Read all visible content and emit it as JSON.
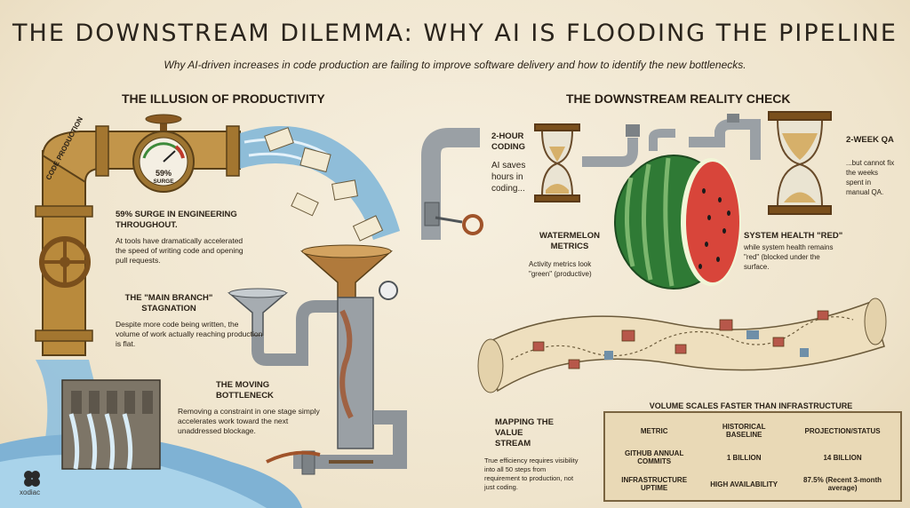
{
  "title": "THE DOWNSTREAM DILEMMA: WHY AI IS FLOODING THE PIPELINE",
  "subtitle": "Why AI-driven increases in code production are failing to improve software delivery and how to identify the new bottlenecks.",
  "left": {
    "heading": "THE ILLUSION OF PRODUCTIVITY",
    "pipe_label": "CODE PRODUCTION",
    "gauge": {
      "value_text": "59%",
      "label": "SURGE",
      "fill_fraction": 0.59
    },
    "blocks": [
      {
        "title": "59% SURGE IN ENGINEERING THROUGHOUT.",
        "body": "At tools have dramatically accelerated the speed of writing code and opening pull requests."
      },
      {
        "title": "THE \"MAIN BRANCH\" STAGNATION",
        "body": "Despite more code being written, the volume of work actually reaching production is flat."
      },
      {
        "title": "THE MOVING BOTTLENECK",
        "body": "Removing a constraint in one stage simply accelerates work toward the next unaddressed blockage."
      }
    ]
  },
  "right": {
    "heading": "THE DOWNSTREAM REALITY CHECK",
    "coding": {
      "title": "2-HOUR CODING",
      "body": "AI saves hours in coding..."
    },
    "qa": {
      "title": "2-WEEK QA",
      "body": "...but cannot fix the weeks spent in manual QA."
    },
    "watermelon": {
      "title": "WATERMELON METRICS",
      "body": "Activity metrics look \"green\" (productive)"
    },
    "health": {
      "title": "SYSTEM HEALTH \"RED\"",
      "body": "while system health remains \"red\" (blocked under the surface."
    },
    "mapping": {
      "title": "MAPPING THE VALUE STREAM",
      "body": "True efficiency requires visibility into all 50 steps from requirement to production, not just coding."
    },
    "table": {
      "title": "VOLUME SCALES FASTER THAN INFRASTRUCTURE",
      "headers": [
        "METRIC",
        "HISTORICAL BASELINE",
        "PROJECTION/STATUS"
      ],
      "rows": [
        [
          "GITHUB ANNUAL COMMITS",
          "1 BILLION",
          "14 BILLION"
        ],
        [
          "INFRASTRUCTURE UPTIME",
          "HIGH AVAILABILITY",
          "87.5% (Recent 3-month average)"
        ]
      ]
    }
  },
  "brand": "xodiac",
  "colors": {
    "brass": "#b98a3c",
    "water": "#6fa9cf",
    "steel": "#8e9499",
    "melon_green": "#2f7a35",
    "melon_red": "#d8453a",
    "parchment": "#efe4cc",
    "table_bg": "#e9d9b6"
  }
}
